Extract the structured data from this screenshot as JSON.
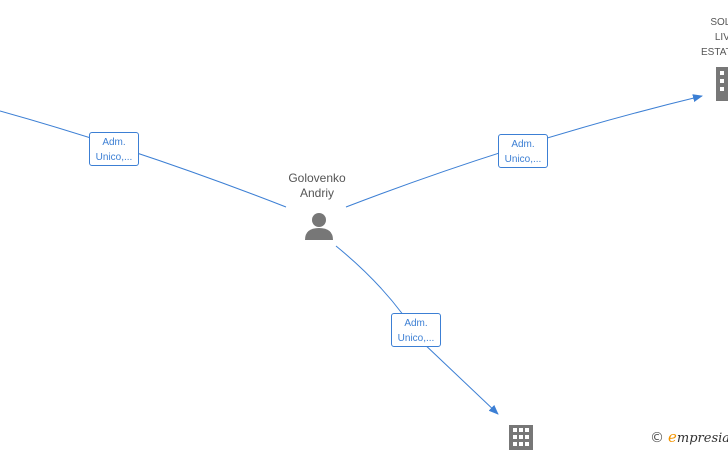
{
  "center_person": {
    "name_line1": "Golovenko",
    "name_line2": "Andriy",
    "icon": "person-icon"
  },
  "companies": {
    "top_right": {
      "name_lines": [
        "SOL",
        "LIV",
        "ESTAT"
      ],
      "icon": "building-icon"
    },
    "bottom": {
      "icon": "building-icon"
    }
  },
  "edges": [
    {
      "id": "left",
      "label_line1": "Adm.",
      "label_line2": "Unico,..."
    },
    {
      "id": "top-right",
      "label_line1": "Adm.",
      "label_line2": "Unico,..."
    },
    {
      "id": "bottom",
      "label_line1": "Adm.",
      "label_line2": "Unico,..."
    }
  ],
  "watermark": {
    "copyright_symbol": "©",
    "brand_initial": "e",
    "brand_rest": "mpresia"
  },
  "colors": {
    "edge": "#3c7fd4",
    "icon": "#777777",
    "brand_accent": "#f29400"
  }
}
